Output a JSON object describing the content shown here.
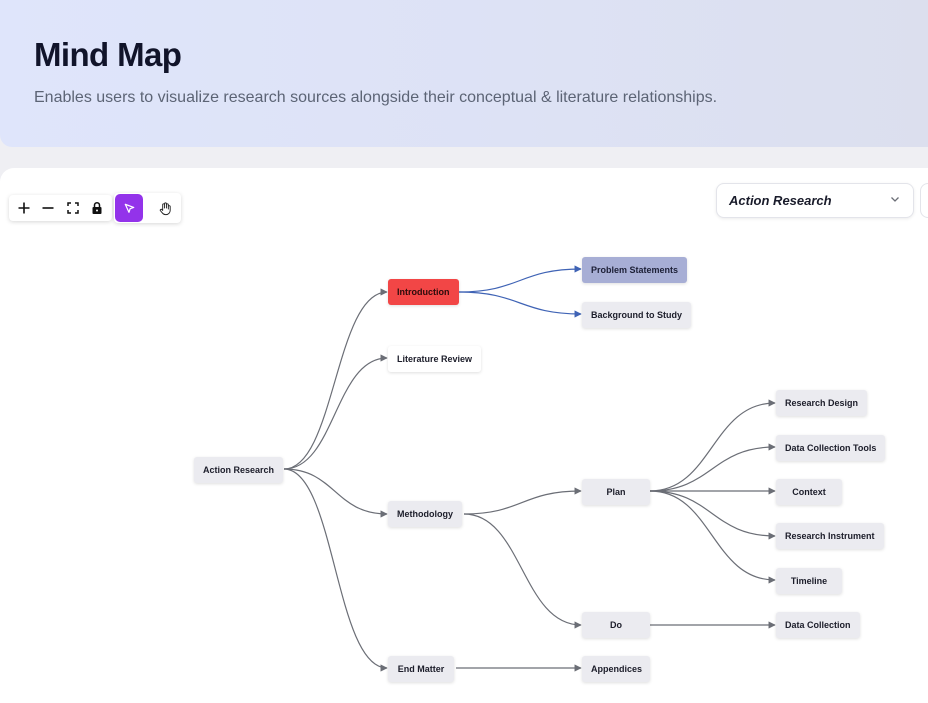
{
  "header": {
    "title": "Mind Map",
    "subtitle": "Enables users to visualize research sources alongside their conceptual & literature relationships."
  },
  "selector": {
    "selected": "Action Research"
  },
  "toolbar": {
    "zoom_in_icon": "plus-icon",
    "zoom_out_icon": "minus-icon",
    "fit_icon": "fit-view-icon",
    "lock_icon": "lock-icon",
    "select_icon": "pointer-icon",
    "pan_icon": "hand-icon"
  },
  "colors": {
    "accent": "#9333ea",
    "highlight_node": "#f24646",
    "selected_node": "#a7aed5",
    "edge_default": "#6b6e76",
    "edge_highlight": "#3f63b5"
  },
  "nodes": {
    "action_research": "Action Research",
    "introduction": "Introduction",
    "problem_statements": "Problem Statements",
    "background_to_study": "Background to Study",
    "literature_review": "Literature Review",
    "methodology": "Methodology",
    "plan": "Plan",
    "do": "Do",
    "research_design": "Research Design",
    "data_collection_tools": "Data Collection Tools",
    "context": "Context",
    "research_instrument": "Research Instrument",
    "timeline": "Timeline",
    "data_collection": "Data Collection",
    "end_matter": "End Matter",
    "appendices": "Appendices"
  }
}
